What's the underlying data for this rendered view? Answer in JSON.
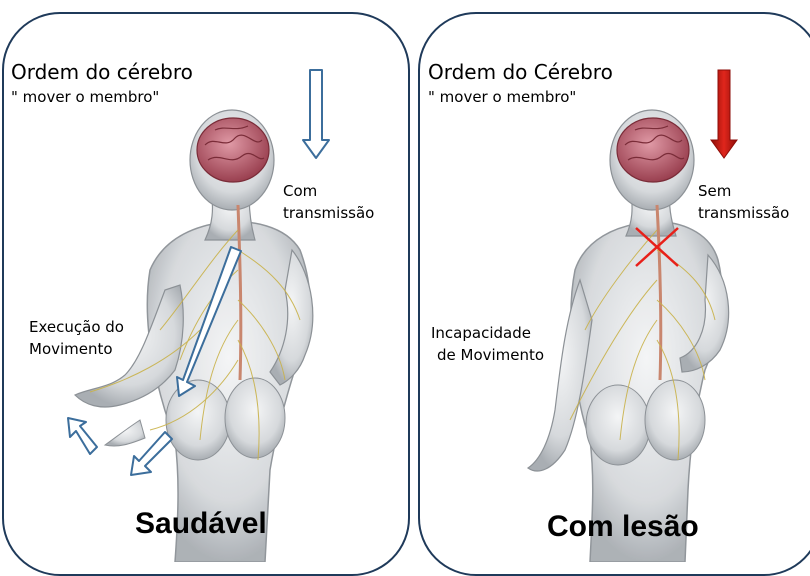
{
  "left_panel": {
    "heading": "Ordem do cérebro",
    "subheading": "\" mover o membro\"",
    "transmission_label_1": "Com",
    "transmission_label_2": "transmissão",
    "execution_label_1": "Execução do",
    "execution_label_2": "Movimento",
    "title": "Saudável"
  },
  "right_panel": {
    "heading": "Ordem do Cérebro",
    "subheading": "\" mover o membro\"",
    "transmission_label_1": "Sem",
    "transmission_label_2": "transmissão",
    "incapacity_label_1": "Incapacidade",
    "incapacity_label_2": "de Movimento",
    "title": "Com lesão"
  },
  "colors": {
    "panel_border": "#1f3a5a",
    "arrow_outline": "#3c6e9c",
    "lesion_arrow": "#d01a10",
    "lesion_mark": "#e8201a",
    "brain": "#c46a78",
    "nerves": "#c9b24a"
  },
  "icons": [
    "down-arrow-icon",
    "lesion-x-icon",
    "brain-icon",
    "body-figure"
  ]
}
